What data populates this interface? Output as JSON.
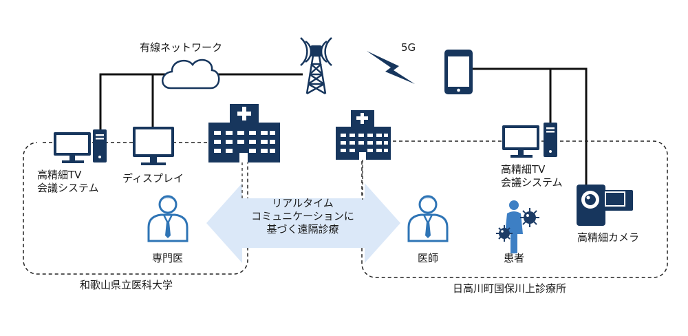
{
  "network_label": "有線ネットワーク",
  "wireless_label": "5G",
  "left_site": {
    "name": "和歌山県立医科大学",
    "tv_system_line1": "高精細TV",
    "tv_system_line2": "会議システム",
    "display": "ディスプレイ",
    "specialist": "専門医"
  },
  "center_arrow": {
    "line1": "リアルタイム",
    "line2": "コミュニケーションに",
    "line3": "基づく遠隔診療"
  },
  "right_site": {
    "name": "日高川町国保川上診療所",
    "tv_system_line1": "高精細TV",
    "tv_system_line2": "会議システム",
    "doctor": "医師",
    "patient": "患者",
    "camera": "高精細カメラ"
  },
  "colors": {
    "navy": "#17365d",
    "person_blue": "#2e74b5",
    "arrow_fill": "#dbe8f8",
    "patient_blue": "#3d7fc4",
    "virus": "#1d3c66"
  }
}
